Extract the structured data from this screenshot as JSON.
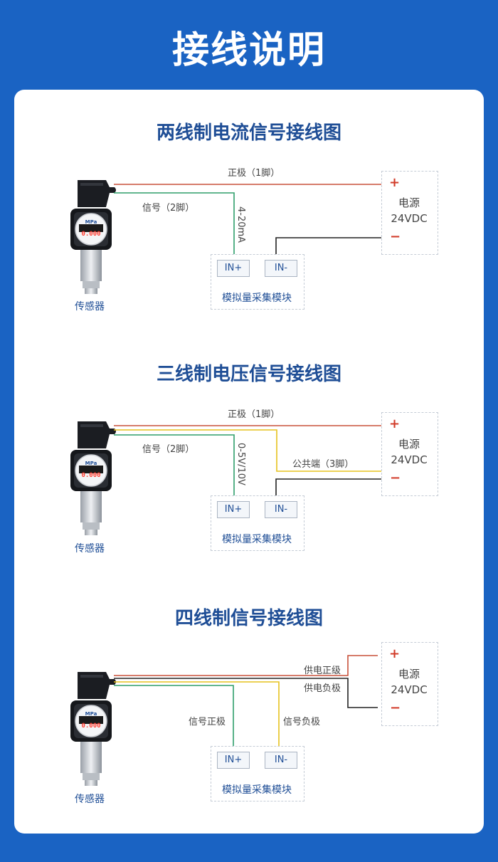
{
  "page": {
    "title": "接线说明"
  },
  "sections": [
    {
      "title": "两线制电流信号接线图",
      "labels": {
        "pin1": "正极（1脚）",
        "pin2": "信号（2脚）",
        "signal": "4-20mA"
      },
      "power": {
        "plus": "+",
        "name": "电源",
        "voltage": "24VDC",
        "minus": "−"
      },
      "module": {
        "in_plus": "IN+",
        "in_minus": "IN-",
        "name": "模拟量采集模块"
      },
      "sensor": {
        "name": "传感器",
        "unit": "MPa",
        "reading": "0.000"
      }
    },
    {
      "title": "三线制电压信号接线图",
      "labels": {
        "pin1": "正极（1脚）",
        "pin2": "信号（2脚）",
        "signal": "0-5V/10V",
        "common": "公共端（3脚）"
      },
      "power": {
        "plus": "+",
        "name": "电源",
        "voltage": "24VDC",
        "minus": "−"
      },
      "module": {
        "in_plus": "IN+",
        "in_minus": "IN-",
        "name": "模拟量采集模块"
      },
      "sensor": {
        "name": "传感器",
        "unit": "MPa",
        "reading": "0.000"
      }
    },
    {
      "title": "四线制信号接线图",
      "labels": {
        "supply_pos": "供电正级",
        "supply_neg": "供电负极",
        "signal_pos": "信号正极",
        "signal_neg": "信号负极"
      },
      "power": {
        "plus": "+",
        "name": "电源",
        "voltage": "24VDC",
        "minus": "−"
      },
      "module": {
        "in_plus": "IN+",
        "in_minus": "IN-",
        "name": "模拟量采集模块"
      },
      "sensor": {
        "name": "传感器",
        "unit": "MPa",
        "reading": "0.000"
      }
    }
  ],
  "colors": {
    "background": "#1a63c3",
    "title_blue": "#1f4e96",
    "wire_red": "#c8503a",
    "wire_green": "#2e9e6a",
    "wire_yellow": "#e6c21e",
    "wire_black": "#222222"
  }
}
